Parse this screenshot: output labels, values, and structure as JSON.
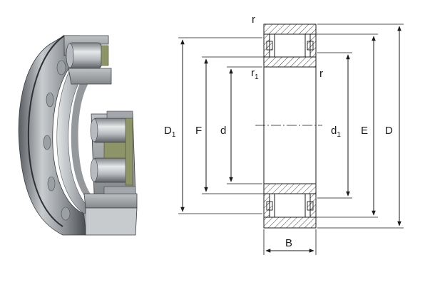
{
  "colors": {
    "line": "#1a1a1a",
    "steel_light": "#d4d6d8",
    "steel_mid": "#9ea2a6",
    "steel_dark": "#4e5256",
    "cage_olive": "#8d9468",
    "hatch": "#333333",
    "background": "#ffffff"
  },
  "illustration": {
    "icon": "cylindrical-roller-bearing-cutaway-icon"
  },
  "labels": {
    "D1": {
      "main": "D",
      "sub": "1"
    },
    "F": "F",
    "d": "d",
    "d1": {
      "main": "d",
      "sub": "1"
    },
    "E": "E",
    "D": "D",
    "B": "B",
    "r_top": "r",
    "r1": {
      "main": "r",
      "sub": "1"
    },
    "r_right": "r"
  }
}
